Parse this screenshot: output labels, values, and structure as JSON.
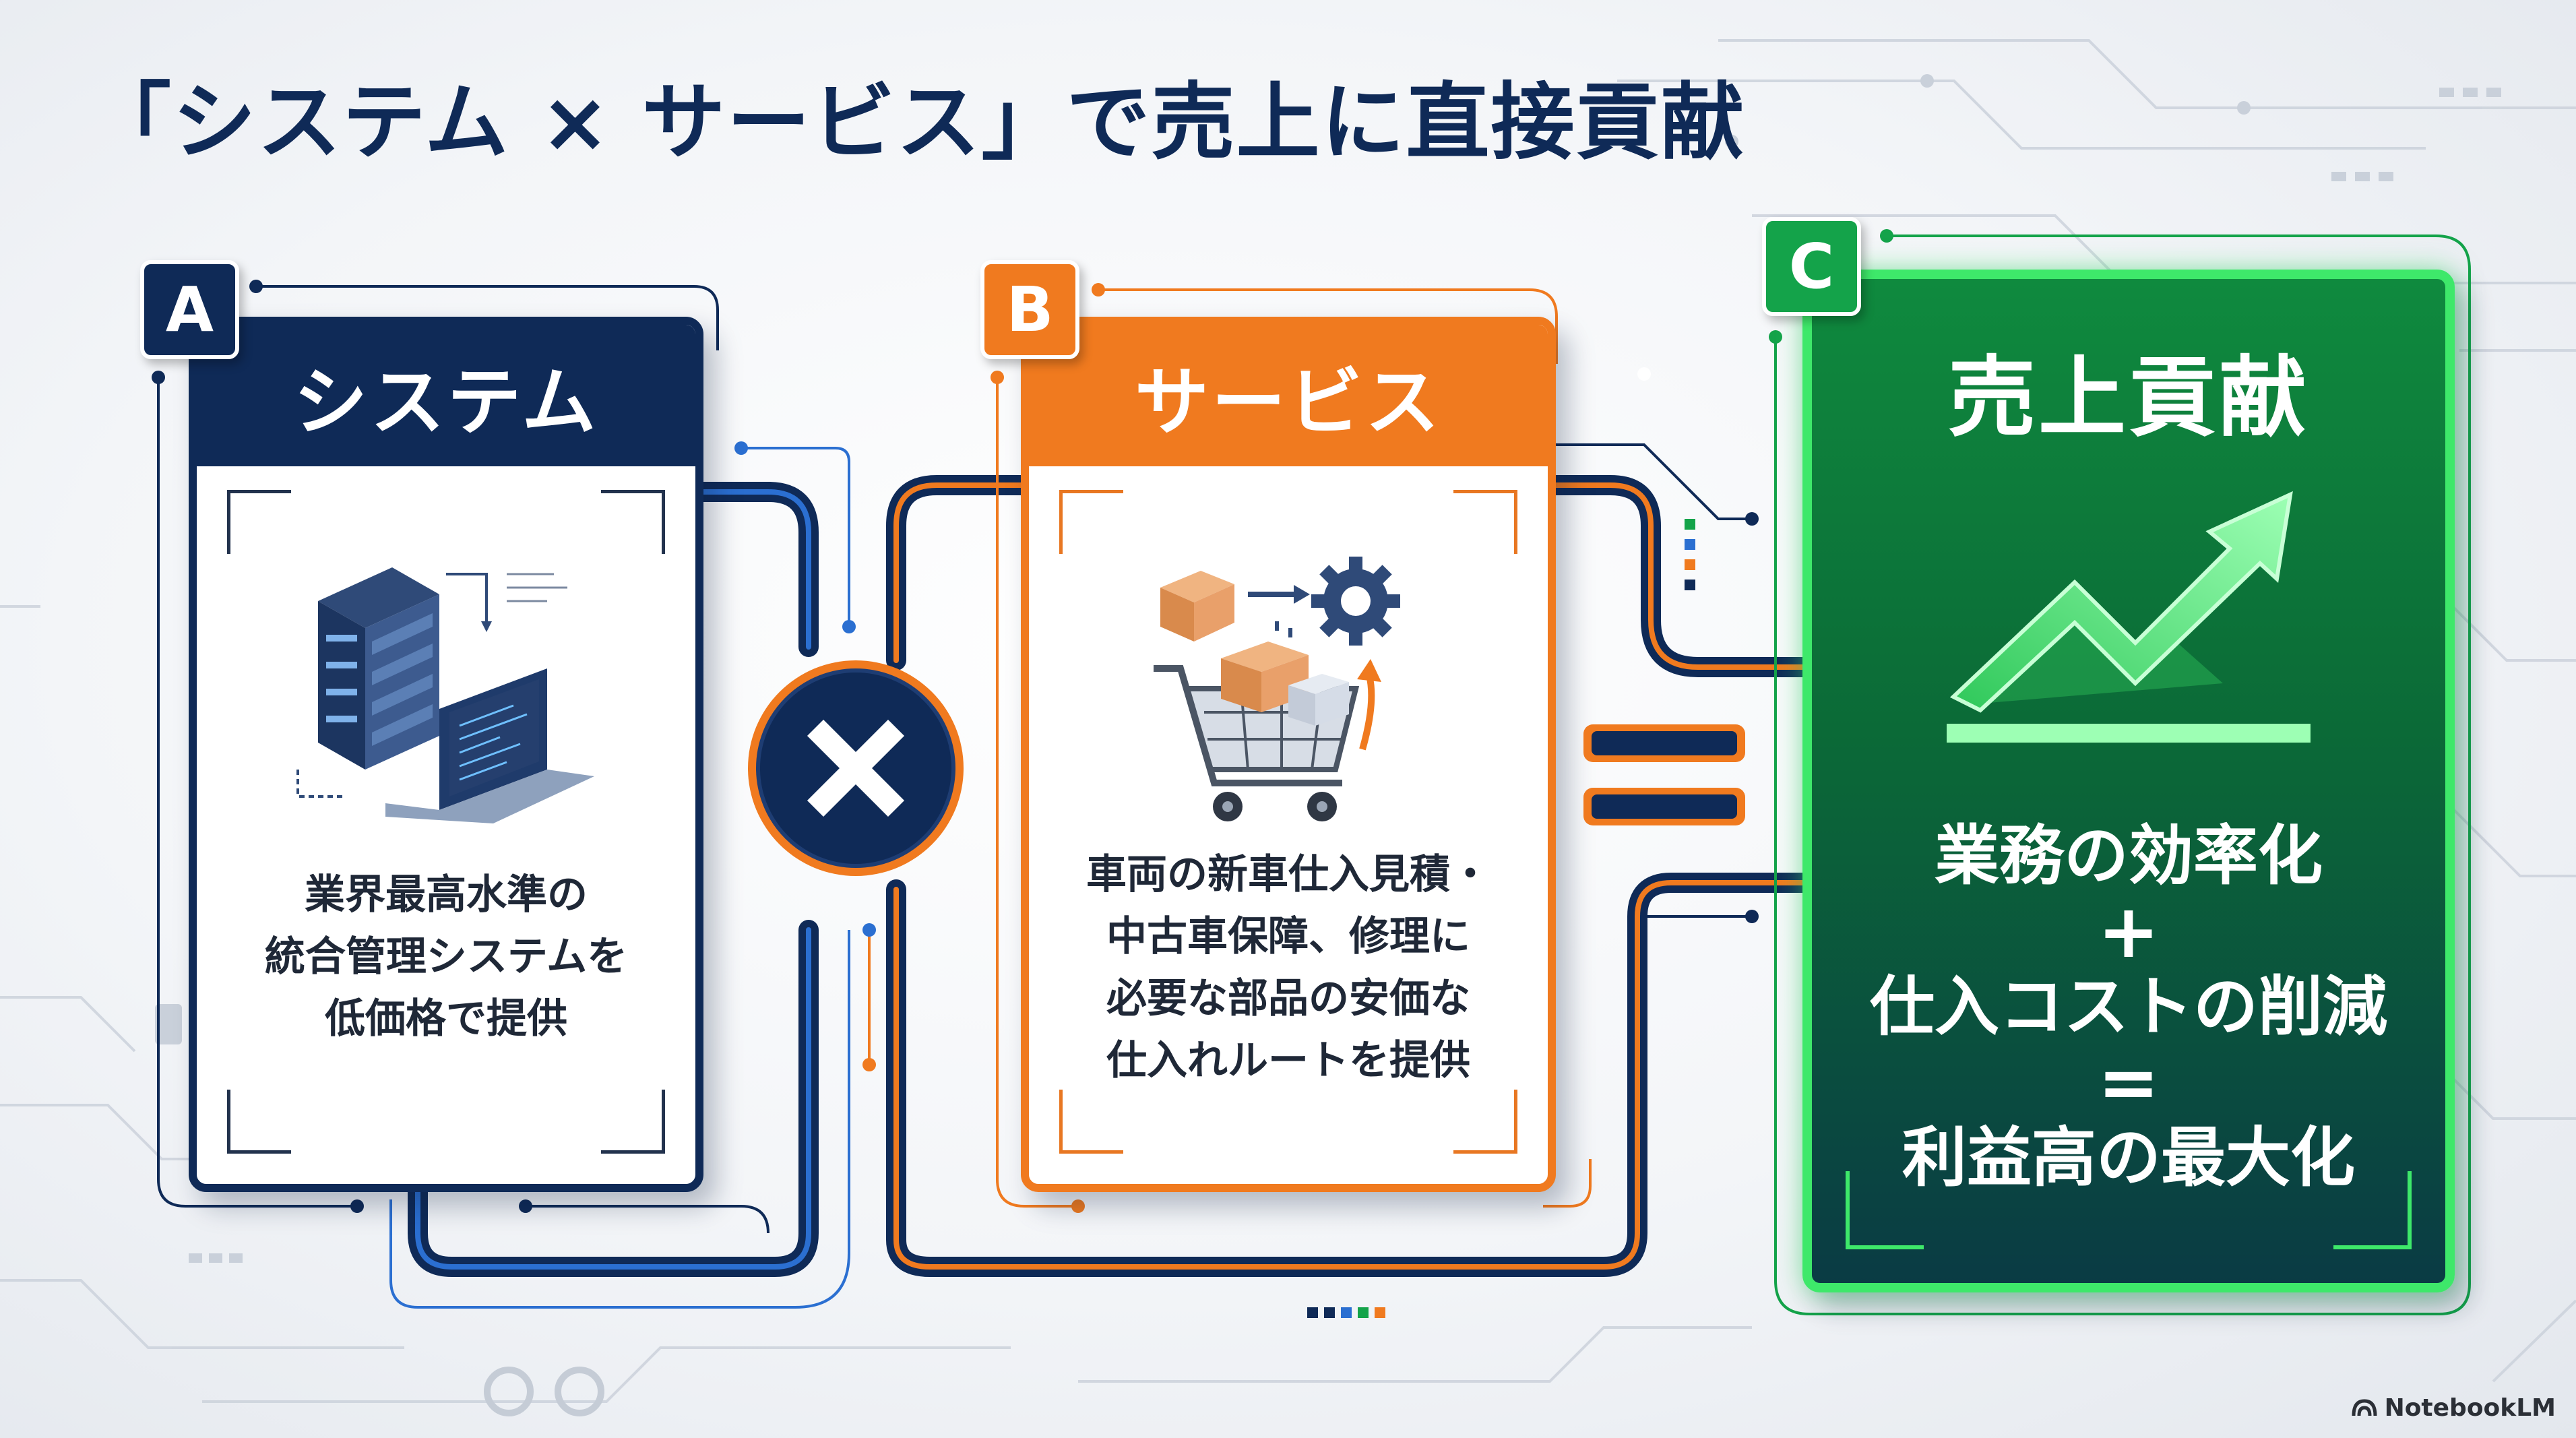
{
  "title": "「システム × サービス」で売上に直接貢献",
  "cards": [
    {
      "badge": "A",
      "heading": "システム",
      "lines": [
        "業界最高水準の",
        "統合管理システムを",
        "低価格で提供"
      ]
    },
    {
      "badge": "B",
      "heading": "サービス",
      "lines": [
        "車両の新車仕入見積・",
        "中古車保障、修理に",
        "必要な部品の安価な",
        "仕入れルートを提供"
      ]
    }
  ],
  "result": {
    "badge": "C",
    "heading": "売上貢献",
    "line1": "業務の効率化",
    "op1": "+",
    "line2": "仕入コストの削減",
    "op2": "=",
    "line3": "利益高の最大化"
  },
  "brand": "NotebookLM",
  "colors": {
    "navy": "#0f2a57",
    "orange": "#f07a1f",
    "green": "#14a34a",
    "green_glow": "#3ee86a"
  },
  "icons": {
    "card_a": "server-laptop-illustration",
    "card_b": "shopping-cart-parcels-gear-illustration",
    "result": "rising-arrow-chart-icon",
    "operator_1": "multiply-icon",
    "operator_2": "equals-icon"
  }
}
